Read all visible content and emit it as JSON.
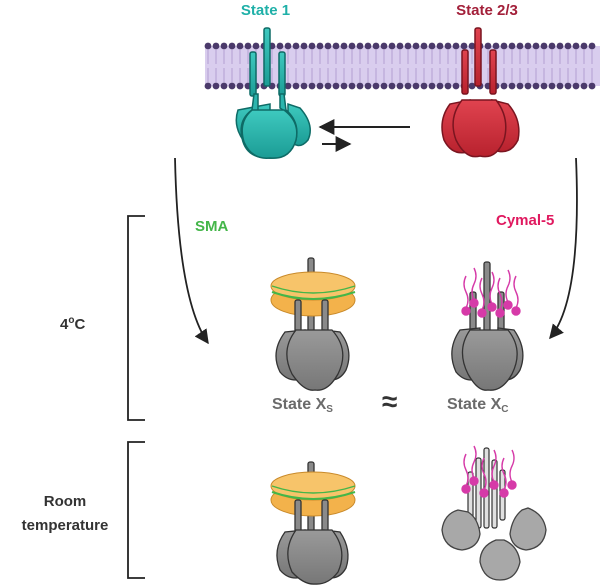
{
  "labels": {
    "state1": "State 1",
    "state23": "State 2/3",
    "sma": "SMA",
    "cymal": "Cymal-5",
    "temp_cold": "4",
    "temp_cold_sup": "o",
    "temp_cold_unit": "C",
    "state_xs_main": "State X",
    "state_xs_sub": "S",
    "state_xc_main": "State X",
    "state_xc_sub": "C",
    "approx": "≈",
    "room_line1": "Room",
    "room_line2": "temperature"
  },
  "colors": {
    "state1": "#1fb0a8",
    "state23": "#c8283c",
    "sma": "#44b649",
    "cymal": "#e0195f",
    "membrane_head": "#4b3a6b",
    "membrane_tail": "#b9a6d6",
    "nanodisc_lipid": "#f3b24b",
    "detergent": "#d63aa8",
    "protein_gray": "#8a8a8a"
  }
}
